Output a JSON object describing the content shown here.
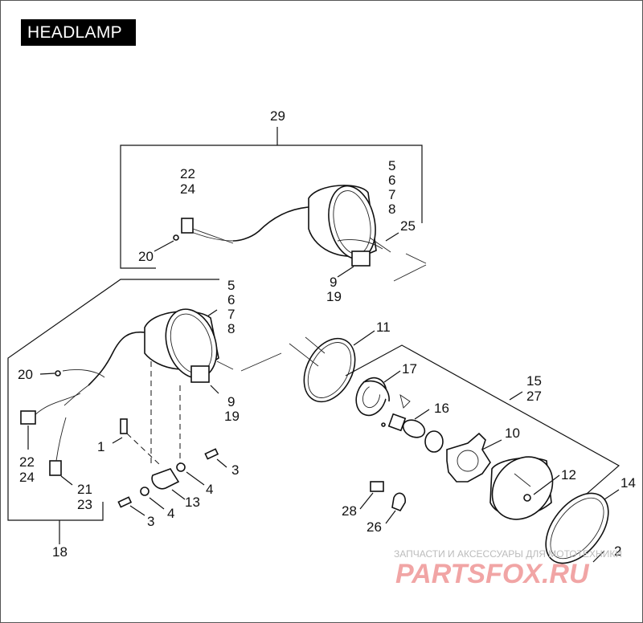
{
  "title": "HEADLAMP",
  "callouts": {
    "c29": "29",
    "c22a": "22",
    "c24a": "24",
    "c20a": "20",
    "c5a": "5",
    "c6a": "6",
    "c7a": "7",
    "c8a": "8",
    "c25": "25",
    "c9a": "9",
    "c19a": "19",
    "c5b": "5",
    "c6b": "6",
    "c7b": "7",
    "c8b": "8",
    "c20b": "20",
    "c9b": "9",
    "c19b": "19",
    "c22b": "22",
    "c24b": "24",
    "c21": "21",
    "c23": "23",
    "c1": "1",
    "c3a": "3",
    "c4a": "4",
    "c13": "13",
    "c4b": "4",
    "c3b": "3",
    "c18": "18",
    "c11": "11",
    "c17": "17",
    "c16": "16",
    "c15": "15",
    "c27": "27",
    "c10": "10",
    "c12": "12",
    "c14": "14",
    "c2": "2",
    "c28": "28",
    "c26": "26"
  },
  "watermark": {
    "tagline": "ЗАПЧАСТИ И АКСЕССУАРЫ ДЛЯ МОТОТЕХНИКИ",
    "brand": "PARTSFOX.RU"
  },
  "colors": {
    "title_bg": "#000000",
    "title_fg": "#ffffff",
    "watermark": "#f1a5a5"
  }
}
